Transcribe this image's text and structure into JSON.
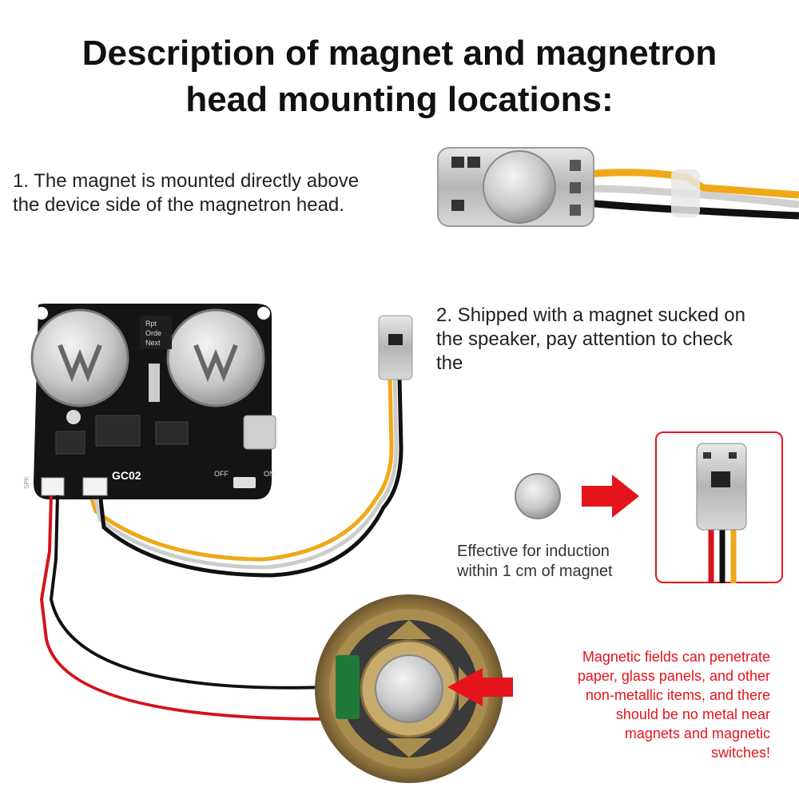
{
  "title": {
    "line1": "Description of magnet and magnetron",
    "line2": "head mounting locations:"
  },
  "note1": {
    "line1": "1. The magnet is mounted directly above",
    "line2": "the device side of the magnetron head."
  },
  "note2": {
    "line1": "2. Shipped with a magnet sucked on",
    "line2": "the speaker, pay attention to check",
    "line3": "the"
  },
  "effective": {
    "line1": "Effective for induction",
    "line2": "within 1 cm of magnet"
  },
  "warning": {
    "lines": [
      "Magnetic fields can penetrate",
      "paper, glass panels, and other",
      "non-metallic items, and there",
      "should be no metal near",
      "magnets and magnetic",
      "switches!"
    ]
  },
  "board": {
    "model": "GC02",
    "labels": [
      "Rpt",
      "Orde",
      "Next"
    ],
    "switch_off": "OFF",
    "switch_on": "ON",
    "spk": "SPK"
  },
  "colors": {
    "accent_red": "#e5141b",
    "pcb_black": "#141414",
    "wire_red": "#d4141a",
    "wire_yellow": "#f0a818",
    "wire_black": "#111111"
  }
}
